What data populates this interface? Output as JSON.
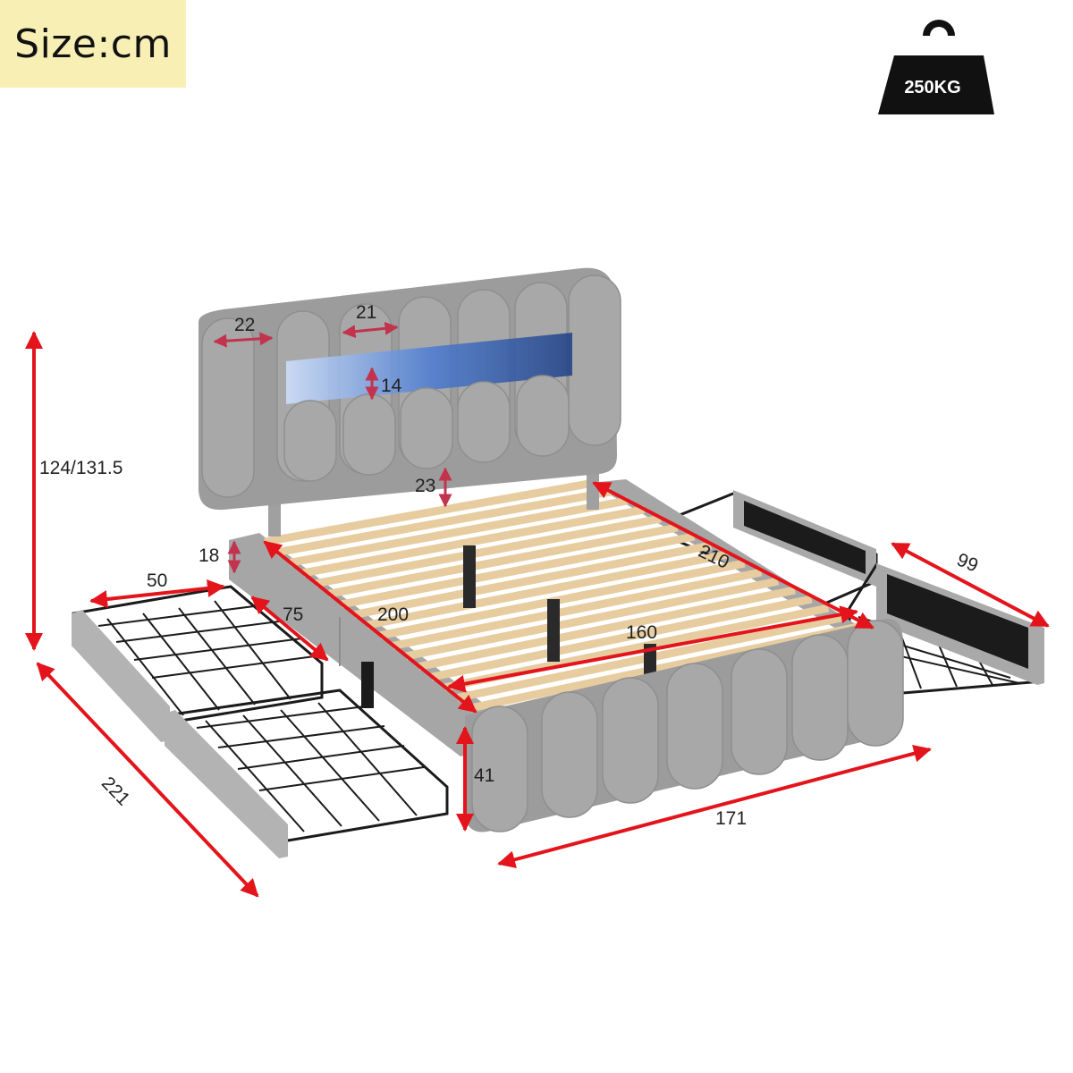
{
  "size_label": "Size:cm",
  "weight_badge": {
    "icon": "weight-icon",
    "label": "250KG"
  },
  "dimensions": {
    "total_height": "124/131.5",
    "pillow_width_outer": "22",
    "pillow_width_inner": "21",
    "light_strip_height": "14",
    "headboard_gap": "23",
    "rail_height": "18",
    "drawer_width": "50",
    "drawer_depth": "75",
    "mattress_length": "200",
    "overall_length_side": "210",
    "mattress_width": "160",
    "drawer_pulled_out": "99",
    "footboard_height": "41",
    "overall_depth": "221",
    "overall_width": "171"
  },
  "colors": {
    "arrow": "#e3141b",
    "upholstery": "#a9a9a9",
    "slat": "#ecd3aa",
    "metal": "#1b1b1b",
    "badge_bg": "#f8efb4"
  }
}
